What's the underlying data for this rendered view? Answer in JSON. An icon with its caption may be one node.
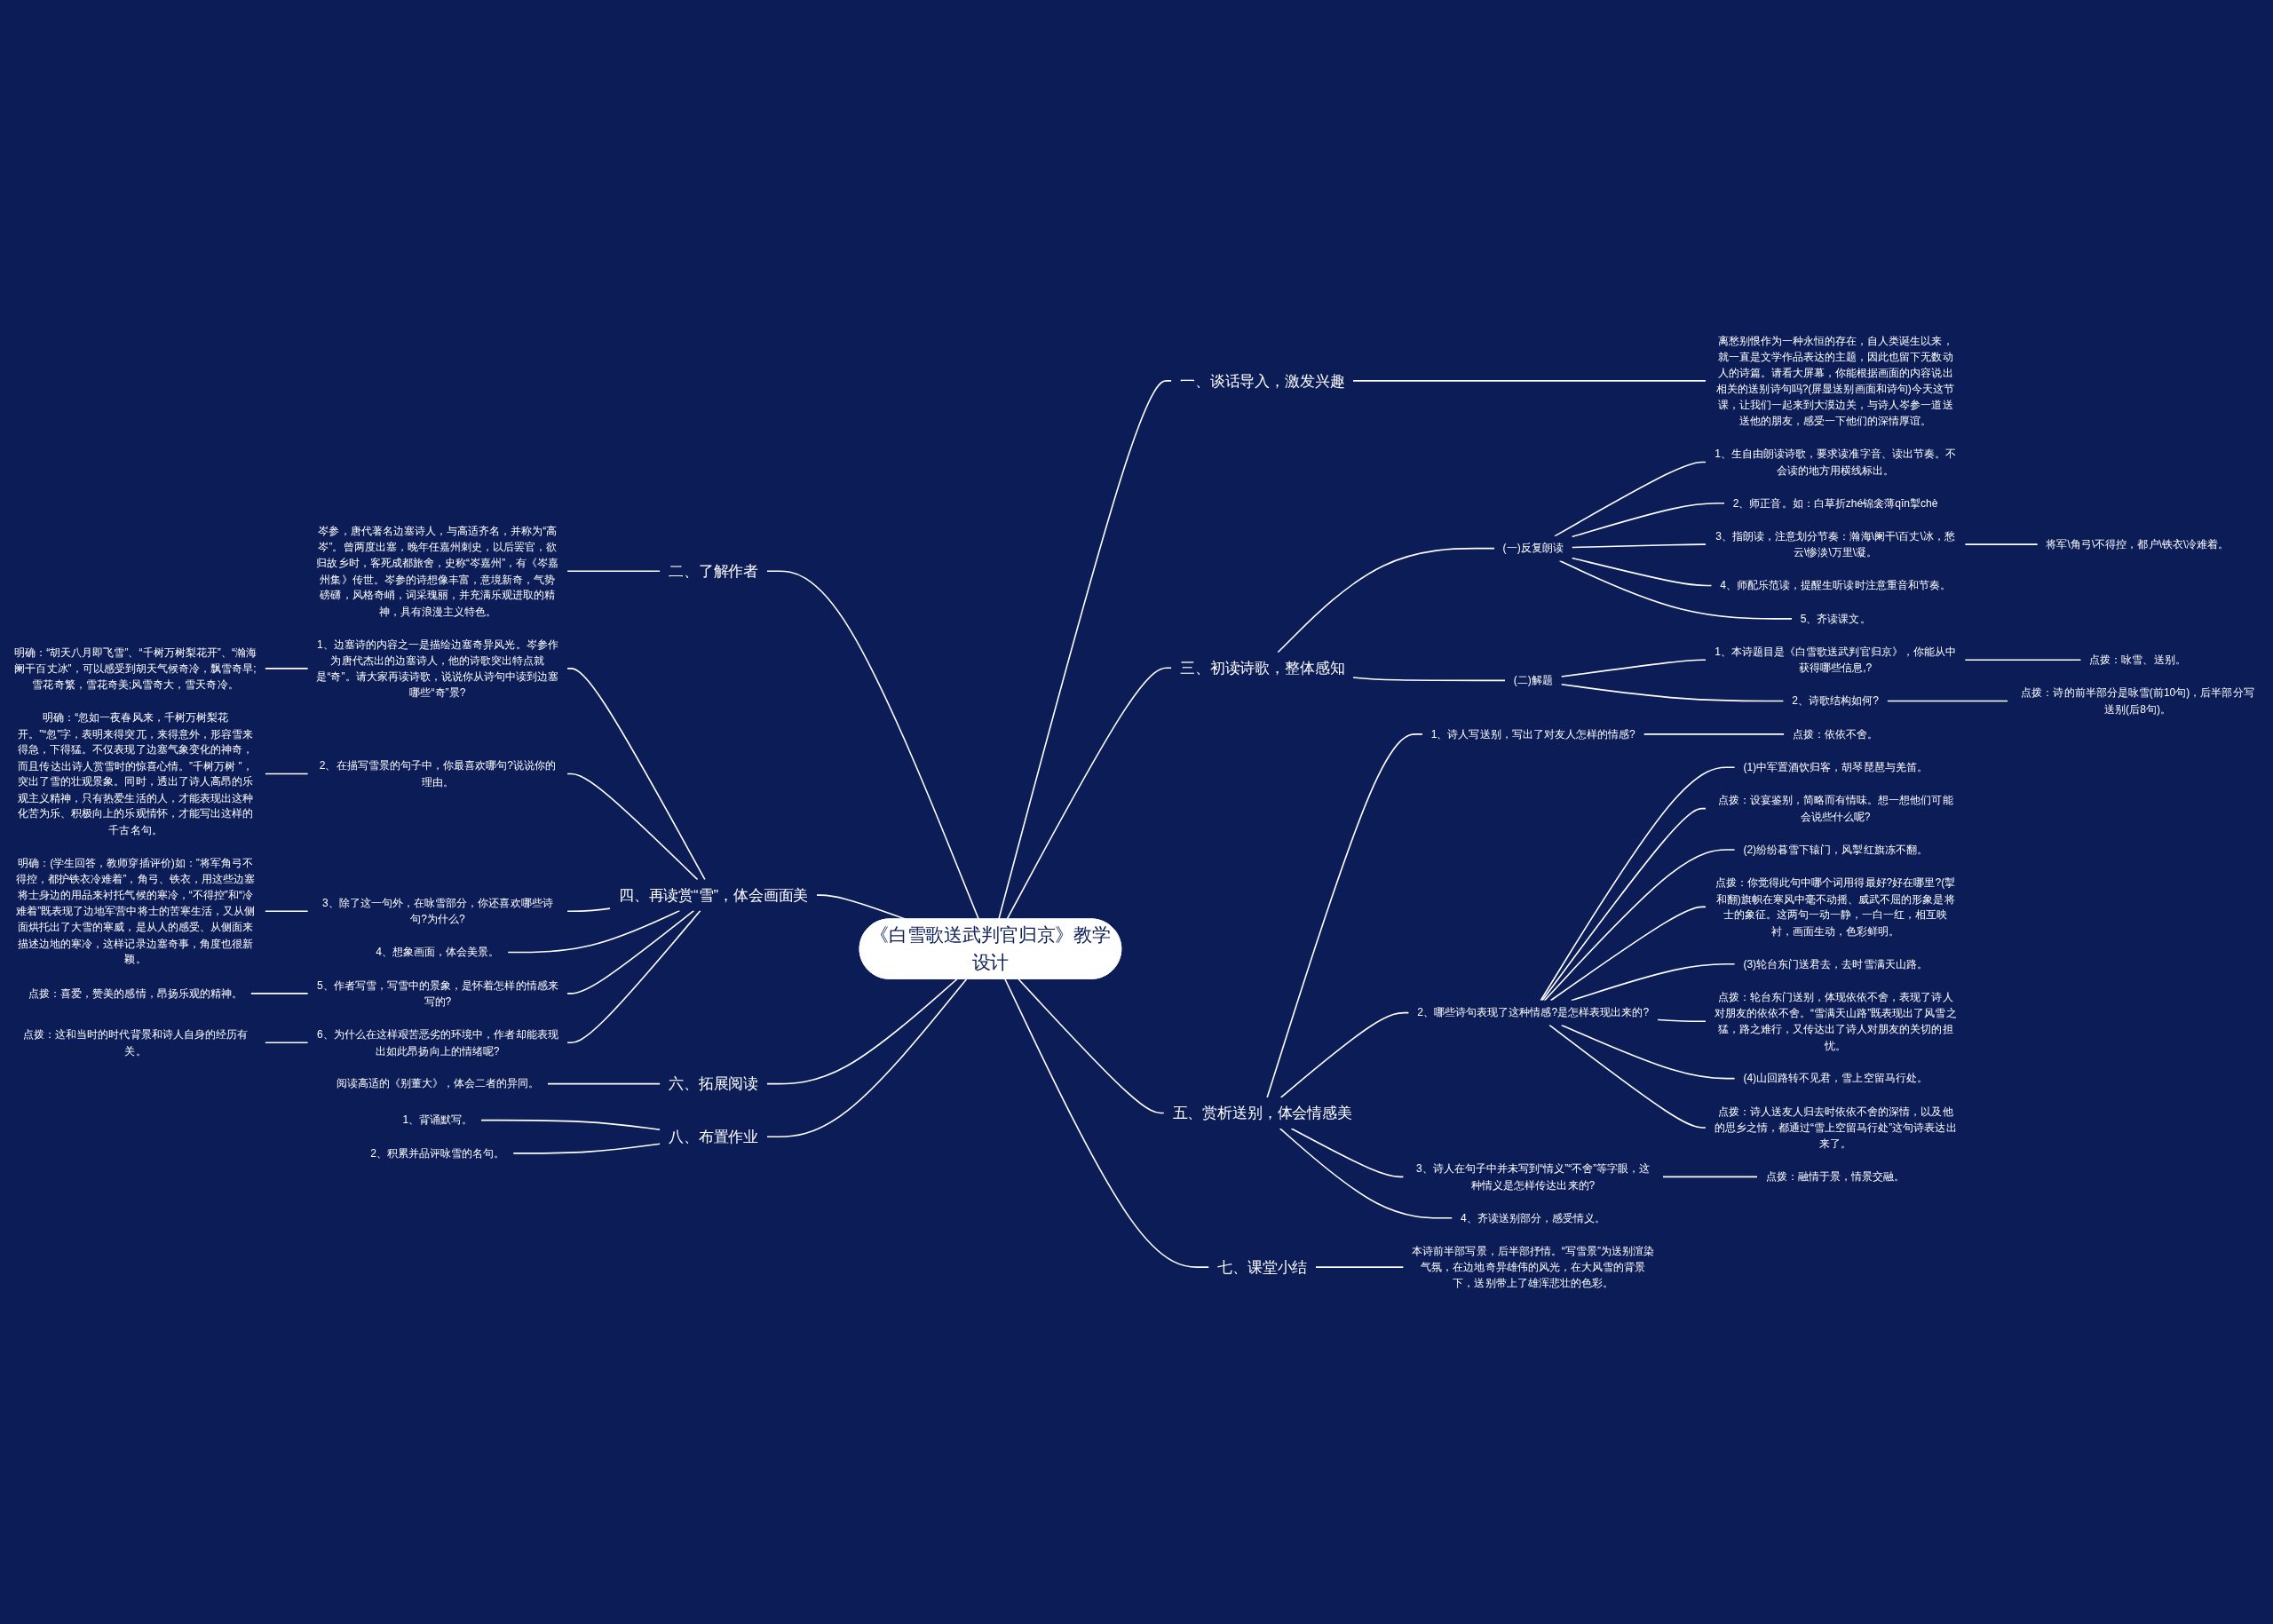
{
  "diagram": {
    "nodes": [
      {
        "text": [
          "《白雪歌送武判官归京》教学设计"
        ]
      },
      {
        "text": [
          "一、谈话导入，激发兴趣"
        ]
      },
      {
        "text": [
          "离愁别恨作为一种永恒的存在，自人类诞生以来，就一直是文学作品表达的主题，因此也留下无数动人的诗篇。请看大屏幕，你能根据画面的内容说出相关的送别诗句吗?(屏显送别画面和诗句)今天这节课，让我们一起来到大漠边关，与诗人岑参一道送送他的朋友，感受一下他们的深情厚谊。"
        ]
      },
      {
        "text": [
          "三、初读诗歌，整体感知"
        ]
      },
      {
        "text": [
          "(一)反复朗读"
        ]
      },
      {
        "text": [
          "1、生自由朗读诗歌，要求读准字音、读出节奏。不会读的地方用横线标出。"
        ]
      },
      {
        "text": [
          "2、师正音。如：白草折zhé锦衾薄qīn掣chè"
        ]
      },
      {
        "text": [
          "3、指朗读，注意划分节奏：瀚海\\阑干\\百丈\\冰，愁云\\惨淡\\万里\\凝。"
        ]
      },
      {
        "text": [
          "将军\\角弓\\不得控，都户\\铁衣\\冷难着。"
        ]
      },
      {
        "text": [
          "4、师配乐范读，提醒生听读时注意重音和节奏。"
        ]
      },
      {
        "text": [
          "5、齐读课文。"
        ]
      },
      {
        "text": [
          "(二)解题"
        ]
      },
      {
        "text": [
          "1、本诗题目是《白雪歌送武判官归京》，你能从中获得哪些信息,?"
        ]
      },
      {
        "text": [
          "点拨：咏雪、送别。"
        ]
      },
      {
        "text": [
          "2、诗歌结构如何?"
        ]
      },
      {
        "text": [
          "点拨：诗的前半部分是咏雪(前10句)，后半部分写送别(后8句)。"
        ]
      },
      {
        "text": [
          "五、赏析送别，体会情感美"
        ]
      },
      {
        "text": [
          "1、诗人写送别，写出了对友人怎样的情感?"
        ]
      },
      {
        "text": [
          "点拨：依依不舍。"
        ]
      },
      {
        "text": [
          "2、哪些诗句表现了这种情感?是怎样表现出来的?"
        ]
      },
      {
        "text": [
          "(1)中军置酒饮归客，胡琴琵琶与羌笛。"
        ]
      },
      {
        "text": [
          "点拨：设宴鉴别，简略而有情味。想一想他们可能会说些什么呢?"
        ]
      },
      {
        "text": [
          "(2)纷纷暮雪下辕门，风掣红旗冻不翻。"
        ]
      },
      {
        "text": [
          "点拨：你觉得此句中哪个词用得最好?好在哪里?(掣和翻)旗帜在寒风中毫不动摇、威武不屈的形象是将士的象征。这两句一动一静，一白一红，相互映衬，画面生动，色彩鲜明。"
        ]
      },
      {
        "text": [
          "(3)轮台东门送君去，去时雪满天山路。"
        ]
      },
      {
        "text": [
          "点拨：轮台东门送别，体现依依不舍，表现了诗人对朋友的依依不舍。“雪满天山路”既表现出了风雪之猛，路之难行，又传达出了诗人对朋友的关切的担忧。"
        ]
      },
      {
        "text": [
          "(4)山回路转不见君，雪上空留马行处。"
        ]
      },
      {
        "text": [
          "点拨：诗人送友人归去时依依不舍的深情，以及他的思乡之情，都通过“雪上空留马行处”这句诗表达出来了。"
        ]
      },
      {
        "text": [
          "3、诗人在句子中并未写到“情义”“不舍”等字眼，这种情义是怎样传达出来的?"
        ]
      },
      {
        "text": [
          "点拨：融情于景，情景交融。"
        ]
      },
      {
        "text": [
          "4、齐读送别部分，感受情义。"
        ]
      },
      {
        "text": [
          "七、课堂小结"
        ]
      },
      {
        "text": [
          "本诗前半部写景，后半部抒情。“写雪景”为送别渲染气氛，在边地奇异雄伟的风光，在大风雪的背景下，送别带上了雄浑悲壮的色彩。"
        ]
      },
      {
        "text": [
          "二、了解作者"
        ]
      },
      {
        "text": [
          "岑参，唐代著名边塞诗人，与高适齐名，并称为“高岑”。曾两度出塞，晚年任嘉州刺史，以后罢官，欲归故乡时，客死成都旅舍，史称“岑嘉州”，有《岑嘉州集》传世。岑参的诗想像丰富，意境新奇，气势磅礴，风格奇峭，词采瑰丽，并充满乐观进取的精神，具有浪漫主义特色。"
        ]
      },
      {
        "text": [
          "四、再读赏“雪”，体会画面美"
        ]
      },
      {
        "text": [
          "1、边塞诗的内容之一是描绘边塞奇异风光。岑参作为唐代杰出的边塞诗人，他的诗歌突出特点就是“奇”。请大家再读诗歌，说说你从诗句中读到边塞哪些“奇”景?"
        ]
      },
      {
        "text": [
          "明确：“胡天八月即飞雪”、“千树万树梨花开”、“瀚海阑干百丈冰”，可以感受到胡天气候奇冷，飘雪奇早;雪花奇繁，雪花奇美;风雪奇大，雪天奇冷。"
        ]
      },
      {
        "text": [
          "2、在描写雪景的句子中，你最喜欢哪句?说说你的理由。"
        ]
      },
      {
        "text": [
          "明确：“忽如一夜春风来，千树万树梨花开。”“忽”字，表明来得突兀，来得意外，形容雪来得急，下得猛。不仅表现了边塞气象变化的神奇，而且传达出诗人赏雪时的惊喜心情。”千树万树 ”，突出了雪的壮观景象。同时，透出了诗人高昂的乐观主义精神，只有热爱生活的人，才能表现出这种化苦为乐、积极向上的乐观情怀，才能写出这样的千古名句。"
        ]
      },
      {
        "text": [
          "3、除了这一句外，在咏雪部分，你还喜欢哪些诗句?为什么?"
        ]
      },
      {
        "text": [
          "明确：(学生回答，教师穿插评价)如：”将军角弓不得控，都护铁衣冷难着”，角弓、铁衣，用这些边塞将士身边的用品来衬托气候的寒冷，“不得控”和“冷难着”既表现了边地军营中将士的苦寒生活，又从侧面烘托出了大雪的寒威，是从人的感受、从侧面来描述边地的寒冷，这样记录边塞奇事，角度也很新颖。"
        ]
      },
      {
        "text": [
          "4、想象画面，体会美景。"
        ]
      },
      {
        "text": [
          "5、作者写雪，写雪中的景象，是怀着怎样的情感来写的?"
        ]
      },
      {
        "text": [
          "点拨：喜爱，赞美的感情，昂扬乐观的精神。"
        ]
      },
      {
        "text": [
          "6、为什么在这样艰苦恶劣的环境中，作者却能表现出如此昂扬向上的情绪呢?"
        ]
      },
      {
        "text": [
          "点拨：这和当时的时代背景和诗人自身的经历有关。"
        ]
      },
      {
        "text": [
          "六、拓展阅读"
        ]
      },
      {
        "text": [
          "阅读高适的《别董大》，体会二者的异同。"
        ]
      },
      {
        "text": [
          "八、布置作业"
        ]
      },
      {
        "text": [
          "1、背诵默写。"
        ]
      },
      {
        "text": [
          "2、积累并品评咏雪的名句。"
        ]
      }
    ],
    "edges": [
      {
        "from": 0,
        "to": 1,
        "arrow": "none"
      },
      {
        "from": 1,
        "to": 2,
        "arrow": "none"
      },
      {
        "from": 0,
        "to": 3,
        "arrow": "none"
      },
      {
        "from": 3,
        "to": 4,
        "arrow": "none"
      },
      {
        "from": 4,
        "to": 5,
        "arrow": "none"
      },
      {
        "from": 4,
        "to": 6,
        "arrow": "none"
      },
      {
        "from": 4,
        "to": 7,
        "arrow": "none"
      },
      {
        "from": 7,
        "to": 8,
        "arrow": "none"
      },
      {
        "from": 4,
        "to": 9,
        "arrow": "none"
      },
      {
        "from": 4,
        "to": 10,
        "arrow": "none"
      },
      {
        "from": 3,
        "to": 11,
        "arrow": "none"
      },
      {
        "from": 11,
        "to": 12,
        "arrow": "none"
      },
      {
        "from": 12,
        "to": 13,
        "arrow": "none"
      },
      {
        "from": 11,
        "to": 14,
        "arrow": "none"
      },
      {
        "from": 14,
        "to": 15,
        "arrow": "none"
      },
      {
        "from": 0,
        "to": 16,
        "arrow": "none"
      },
      {
        "from": 16,
        "to": 17,
        "arrow": "none"
      },
      {
        "from": 17,
        "to": 18,
        "arrow": "none"
      },
      {
        "from": 16,
        "to": 19,
        "arrow": "none"
      },
      {
        "from": 19,
        "to": 20,
        "arrow": "none"
      },
      {
        "from": 19,
        "to": 21,
        "arrow": "none"
      },
      {
        "from": 19,
        "to": 22,
        "arrow": "none"
      },
      {
        "from": 19,
        "to": 23,
        "arrow": "none"
      },
      {
        "from": 19,
        "to": 24,
        "arrow": "none"
      },
      {
        "from": 19,
        "to": 25,
        "arrow": "none"
      },
      {
        "from": 19,
        "to": 26,
        "arrow": "none"
      },
      {
        "from": 19,
        "to": 27,
        "arrow": "none"
      },
      {
        "from": 16,
        "to": 28,
        "arrow": "none"
      },
      {
        "from": 28,
        "to": 29,
        "arrow": "none"
      },
      {
        "from": 16,
        "to": 30,
        "arrow": "none"
      },
      {
        "from": 0,
        "to": 31,
        "arrow": "none"
      },
      {
        "from": 31,
        "to": 32,
        "arrow": "none"
      },
      {
        "from": 0,
        "to": 33,
        "arrow": "none"
      },
      {
        "from": 33,
        "to": 34,
        "arrow": "none"
      },
      {
        "from": 0,
        "to": 35,
        "arrow": "none"
      },
      {
        "from": 35,
        "to": 36,
        "arrow": "none"
      },
      {
        "from": 36,
        "to": 37,
        "arrow": "none"
      },
      {
        "from": 35,
        "to": 38,
        "arrow": "none"
      },
      {
        "from": 38,
        "to": 39,
        "arrow": "none"
      },
      {
        "from": 35,
        "to": 40,
        "arrow": "none"
      },
      {
        "from": 40,
        "to": 41,
        "arrow": "none"
      },
      {
        "from": 35,
        "to": 42,
        "arrow": "none"
      },
      {
        "from": 35,
        "to": 43,
        "arrow": "none"
      },
      {
        "from": 43,
        "to": 44,
        "arrow": "none"
      },
      {
        "from": 35,
        "to": 45,
        "arrow": "none"
      },
      {
        "from": 45,
        "to": 46,
        "arrow": "none"
      },
      {
        "from": 0,
        "to": 47,
        "arrow": "none"
      },
      {
        "from": 47,
        "to": 48,
        "arrow": "none"
      },
      {
        "from": 0,
        "to": 49,
        "arrow": "none"
      },
      {
        "from": 49,
        "to": 50,
        "arrow": "none"
      },
      {
        "from": 49,
        "to": 51,
        "arrow": "none"
      }
    ]
  }
}
